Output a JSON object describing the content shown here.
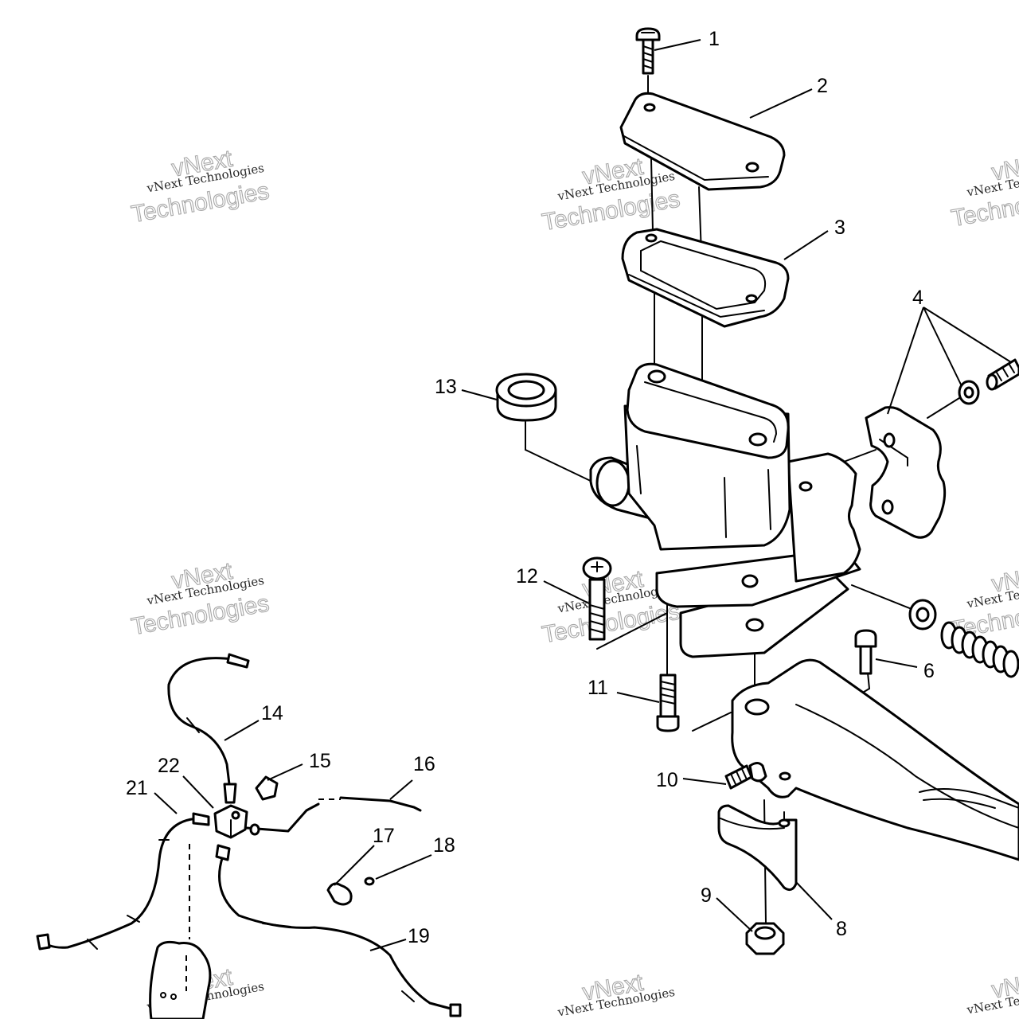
{
  "watermark": {
    "line1": "vNext",
    "line2": "vNext Technologies",
    "line3": "Technologies"
  },
  "callouts": [
    {
      "id": "1",
      "label": "1"
    },
    {
      "id": "2",
      "label": "2"
    },
    {
      "id": "3",
      "label": "3"
    },
    {
      "id": "4",
      "label": "4"
    },
    {
      "id": "6",
      "label": "6"
    },
    {
      "id": "8",
      "label": "8"
    },
    {
      "id": "9",
      "label": "9"
    },
    {
      "id": "10",
      "label": "10"
    },
    {
      "id": "11",
      "label": "11"
    },
    {
      "id": "12",
      "label": "12"
    },
    {
      "id": "13",
      "label": "13"
    },
    {
      "id": "14",
      "label": "14"
    },
    {
      "id": "15",
      "label": "15"
    },
    {
      "id": "16",
      "label": "16"
    },
    {
      "id": "17",
      "label": "17"
    },
    {
      "id": "18",
      "label": "18"
    },
    {
      "id": "19",
      "label": "19"
    },
    {
      "id": "21",
      "label": "21"
    },
    {
      "id": "22",
      "label": "22"
    }
  ]
}
